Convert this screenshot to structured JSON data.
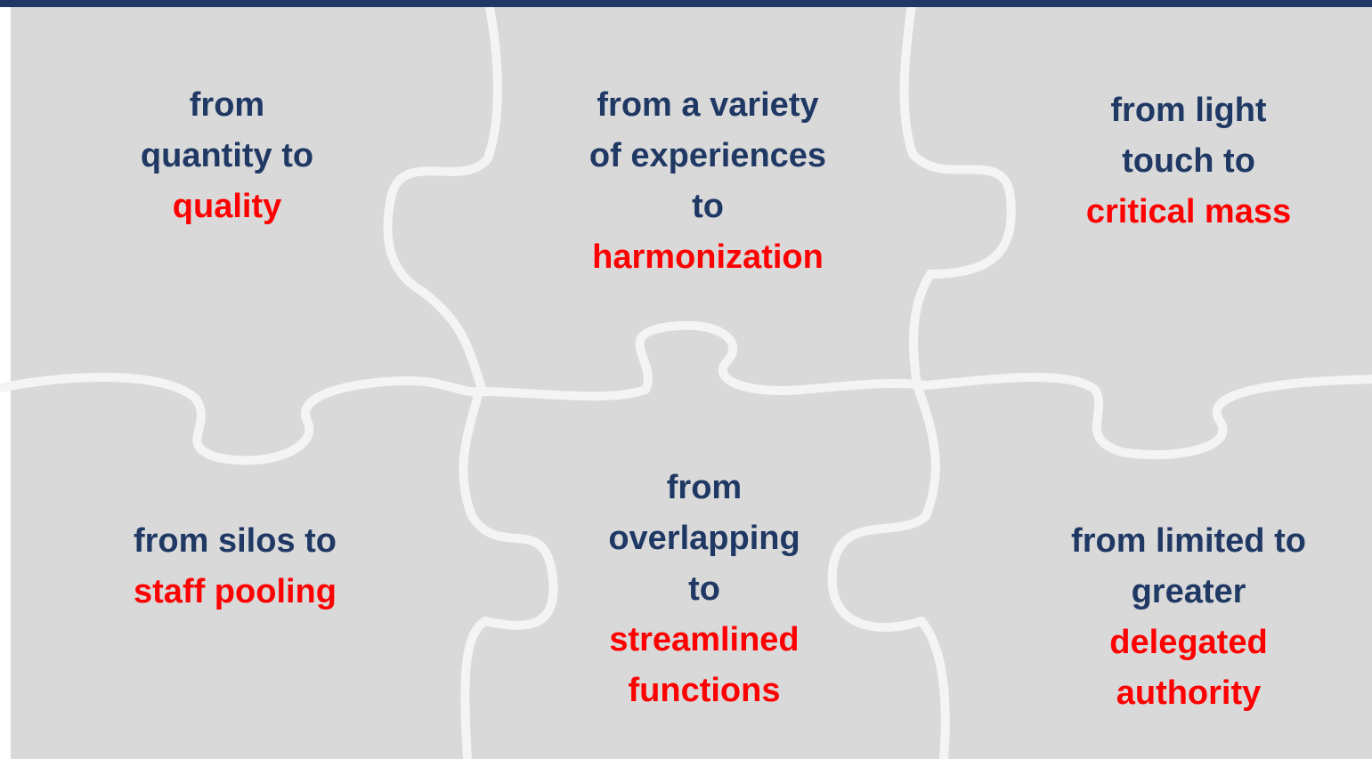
{
  "colors": {
    "dark_text": "#1f3864",
    "accent_text": "#ff0000",
    "board": "#d9d9d9",
    "seams": "#f4f4f4",
    "top_bar": "#1f3864"
  },
  "pieces": [
    {
      "lines": [
        "from",
        "quantity to"
      ],
      "highlight": [
        "quality"
      ]
    },
    {
      "lines": [
        "from a variety",
        "of experiences",
        "to"
      ],
      "highlight": [
        "harmonization"
      ]
    },
    {
      "lines": [
        "from light",
        "touch to"
      ],
      "highlight": [
        "critical mass"
      ]
    },
    {
      "lines": [
        "from silos to"
      ],
      "highlight": [
        "staff pooling"
      ]
    },
    {
      "lines": [
        "from",
        "overlapping",
        "to"
      ],
      "highlight": [
        "streamlined",
        "functions"
      ]
    },
    {
      "lines": [
        "from limited to",
        "greater"
      ],
      "highlight": [
        "delegated",
        "authority"
      ]
    }
  ]
}
